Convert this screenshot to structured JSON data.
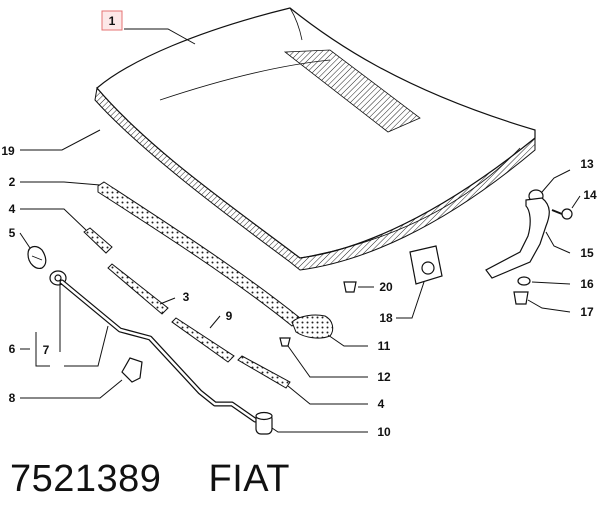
{
  "diagram": {
    "highlighted_callout": "1",
    "highlight_color": "#e57373",
    "callouts": [
      {
        "id": "c1",
        "label": "1"
      },
      {
        "id": "c19",
        "label": "19"
      },
      {
        "id": "c2",
        "label": "2"
      },
      {
        "id": "c4a",
        "label": "4"
      },
      {
        "id": "c5",
        "label": "5"
      },
      {
        "id": "c6",
        "label": "6"
      },
      {
        "id": "c7",
        "label": "7"
      },
      {
        "id": "c8",
        "label": "8"
      },
      {
        "id": "c3",
        "label": "3"
      },
      {
        "id": "c9",
        "label": "9"
      },
      {
        "id": "c4b",
        "label": "4"
      },
      {
        "id": "c10",
        "label": "10"
      },
      {
        "id": "c12",
        "label": "12"
      },
      {
        "id": "c11",
        "label": "11"
      },
      {
        "id": "c18",
        "label": "18"
      },
      {
        "id": "c20",
        "label": "20"
      },
      {
        "id": "c13",
        "label": "13"
      },
      {
        "id": "c14",
        "label": "14"
      },
      {
        "id": "c15",
        "label": "15"
      },
      {
        "id": "c16",
        "label": "16"
      },
      {
        "id": "c17",
        "label": "17"
      }
    ]
  },
  "footer": {
    "part_number": "7521389",
    "brand": "FIAT"
  }
}
